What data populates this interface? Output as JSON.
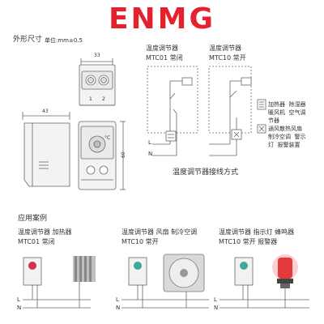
{
  "brand": {
    "logo_text": "ENMG",
    "logo_color": "#e4222e"
  },
  "dimensions": {
    "heading": "外形尺寸",
    "unit": "单位:mm±0.5",
    "width": "33",
    "depth": "43",
    "height": "60",
    "terminal_1": "1",
    "terminal_2": "2",
    "dial_mark": "°C"
  },
  "wiring": {
    "title": "温度调节器接线方式",
    "mtc01_label": "温度调节器",
    "mtc01_model": "MTC01  常闭",
    "mtc10_label": "温度调节器",
    "mtc10_model": "MTC10  常开",
    "live": "L",
    "neutral": "N",
    "legend_heater": "加热器  除湿器\n暖风机  空气调\n节器",
    "legend_fan": "通风散热风扇\n制冷空调  警示\n灯  报警装置"
  },
  "applications": {
    "heading": "应用案例",
    "items": [
      {
        "label": "温度调节器    加热器",
        "model": "MTC01  常闭"
      },
      {
        "label": "温度调节器    风扇  制冷空调",
        "model": "MTC10  常开"
      },
      {
        "label": "温度调节器    指示灯  蜂鸣器",
        "model": "MTC10  常开  报警器"
      }
    ],
    "live": "L",
    "neutral": "N"
  },
  "colors": {
    "line": "#555555",
    "device_body": "#f2f2f2",
    "dial_mtc01": "#d1344a",
    "dial_mtc10": "#3fa89a",
    "lamp": "#e23a3a"
  }
}
